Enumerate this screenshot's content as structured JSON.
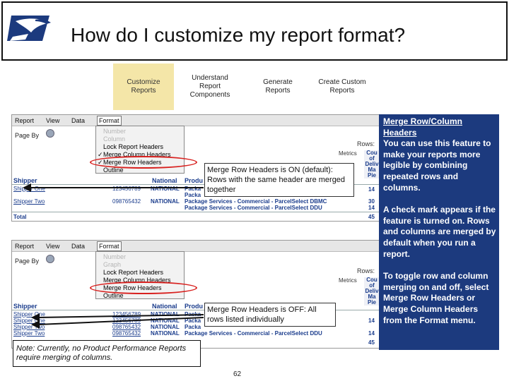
{
  "slide": {
    "title": "How do I customize my report format?",
    "page_number": "62",
    "logo_icon": "usps-eagle-icon"
  },
  "steps": [
    {
      "label": "Customize Reports",
      "active": true
    },
    {
      "label": "Understand Report Components",
      "active": false
    },
    {
      "label": "Generate Reports",
      "active": false
    },
    {
      "label": "Create Custom Reports",
      "active": false
    }
  ],
  "screenshot_top": {
    "menu": [
      "Report",
      "View",
      "Data",
      "Format"
    ],
    "page_by": "Page By",
    "format_menu": [
      {
        "label": "Number",
        "dim": true,
        "checked": false
      },
      {
        "label": "Column",
        "dim": true,
        "checked": false
      },
      {
        "label": "Lock Report Headers",
        "dim": false,
        "checked": false
      },
      {
        "label": "Merge Column Headers",
        "dim": false,
        "checked": true
      },
      {
        "label": "Merge Row Headers",
        "dim": false,
        "checked": true
      },
      {
        "label": "Outline",
        "dim": false,
        "checked": false
      }
    ],
    "rows_label": "Rows:",
    "metrics_label": "Metrics",
    "metric_col": "Cou\nof\nDeliv\nMa\nPie",
    "header_cells": [
      "Shipper",
      "National",
      "Produ"
    ],
    "rows": [
      {
        "shipper": "Shipper One",
        "id": "123456789",
        "national": "NATIONAL",
        "product": "Packa",
        "value": "14"
      },
      {
        "shipper": "",
        "id": "",
        "national": "",
        "product": "Packa",
        "value": ""
      },
      {
        "shipper": "Shipper Two",
        "id": "098765432",
        "national": "NATIONAL",
        "product": "Package Services - Commercial - ParcelSelect DBMC",
        "value": "30"
      },
      {
        "shipper": "",
        "id": "",
        "national": "",
        "product": "Package Services - Commercial - ParcelSelect DDU",
        "value": "14"
      }
    ],
    "total_label": "Total",
    "total_value": "45",
    "callout": "Merge Row Headers is ON (default): Rows with the same header are merged together"
  },
  "screenshot_bottom": {
    "menu": [
      "Report",
      "View",
      "Data",
      "Format"
    ],
    "page_by": "Page By",
    "format_menu": [
      {
        "label": "Number",
        "dim": true,
        "checked": false
      },
      {
        "label": "Graph",
        "dim": true,
        "checked": false
      },
      {
        "label": "Lock Report Headers",
        "dim": false,
        "checked": false
      },
      {
        "label": "Merge Column Headers",
        "dim": false,
        "checked": false
      },
      {
        "label": "Merge Row Headers",
        "dim": false,
        "checked": false
      },
      {
        "label": "Outline",
        "dim": false,
        "checked": false
      }
    ],
    "rows_label": "Rows:",
    "metrics_label": "Metrics",
    "metric_col": "Cou\nof\nDeliv\nMa\nPie",
    "header_cells": [
      "Shipper",
      "National",
      "Produ"
    ],
    "rows": [
      {
        "shipper": "Shipper One",
        "id": "123456789",
        "national": "NATIONAL",
        "product": "Packa",
        "value": ""
      },
      {
        "shipper": "Shipper One",
        "id": "123456789",
        "national": "NATIONAL",
        "product": "Packa",
        "value": "14"
      },
      {
        "shipper": "Shipper Two",
        "id": "098765432",
        "national": "NATIONAL",
        "product": "Packa",
        "value": ""
      },
      {
        "shipper": "Shipper Two",
        "id": "098765432",
        "national": "NATIONAL",
        "product": "Package Services - Commercial - ParcelSelect DDU",
        "value": "14"
      }
    ],
    "total_value": "45",
    "callout": "Merge Row Headers is OFF: All rows listed individually"
  },
  "panel": {
    "heading": "Merge Row/Column Headers",
    "para1": "You can use this feature to make your reports more legible by combining repeated rows and columns.",
    "para2": "A check mark appears if the feature is turned on. Rows and columns are merged by default when you run a report.",
    "para3": "To toggle row and column merging on and off, select Merge Row Headers or Merge Column Headers from the Format menu."
  },
  "note": "Note:  Currently, no Product Performance Reports require merging of columns.",
  "colors": {
    "panel_bg": "#1c3a7e",
    "active_step_bg": "#f4e6a8",
    "highlight_oval": "#d8201e",
    "grid_text": "#1a3c8c"
  }
}
